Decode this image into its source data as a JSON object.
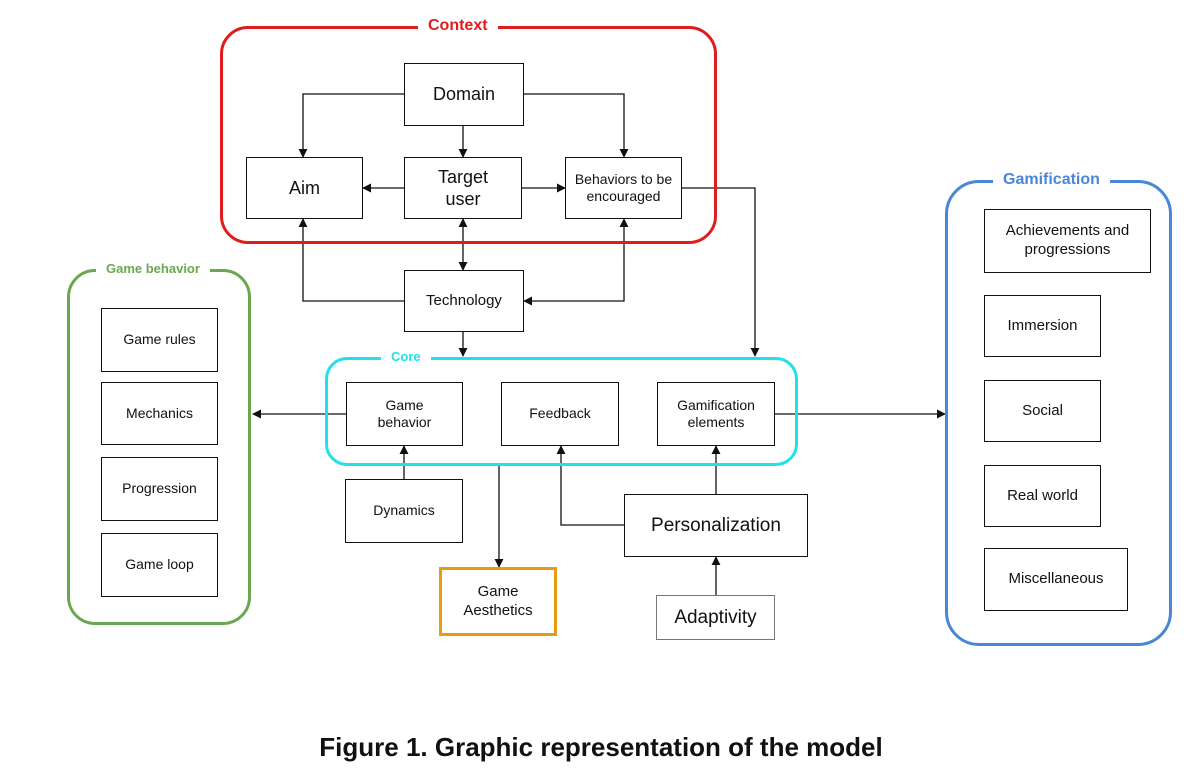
{
  "colors": {
    "context": "#e01c1c",
    "game_behavior": "#6aa84f",
    "core": "#22e0e8",
    "gamification": "#4a86d8",
    "game_aesthetics": "#e69b12",
    "line": "#111111"
  },
  "groups": {
    "context": "Context",
    "game_behavior": "Game behavior",
    "core": "Core",
    "gamification": "Gamification"
  },
  "nodes": {
    "domain": "Domain",
    "aim": "Aim",
    "target_user": "Target user",
    "behaviors": "Behaviors to be encouraged",
    "technology": "Technology",
    "game_rules": "Game rules",
    "mechanics": "Mechanics",
    "progression": "Progression",
    "game_loop": "Game loop",
    "core_game_behavior": "Game behavior",
    "feedback": "Feedback",
    "gamification_elements": "Gamification elements",
    "dynamics": "Dynamics",
    "game_aesthetics": "Game Aesthetics",
    "personalization": "Personalization",
    "adaptivity": "Adaptivity",
    "achievements": "Achievements and progressions",
    "immersion": "Immersion",
    "social": "Social",
    "real_world": "Real world",
    "miscellaneous": "Miscellaneous"
  },
  "caption": "Figure 1. Graphic representation of the model"
}
